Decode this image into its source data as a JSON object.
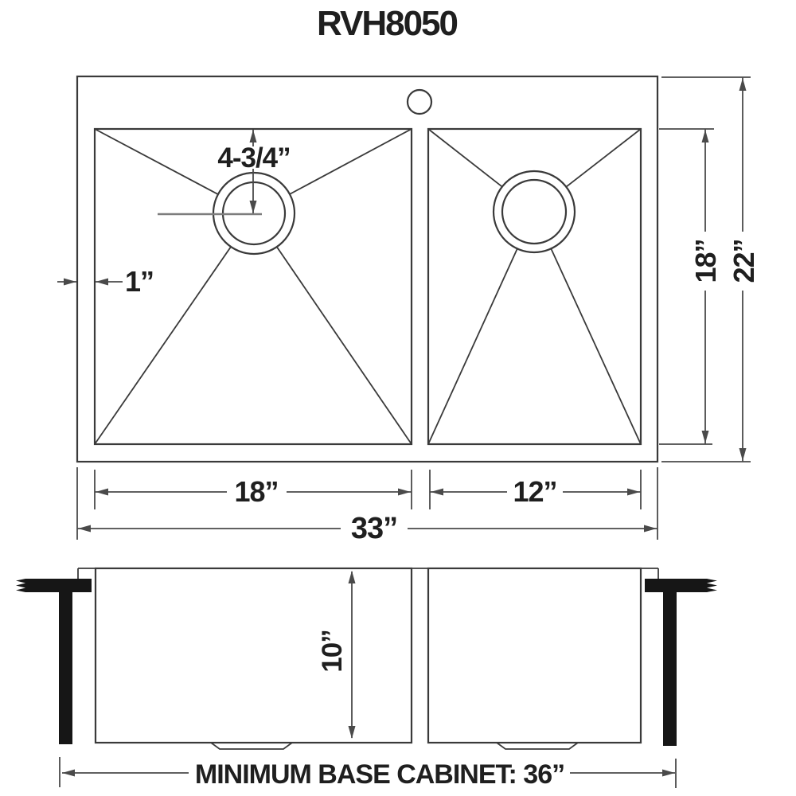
{
  "title": "RVH8050",
  "colors": {
    "line": "#3a3a3a",
    "dimension": "#4a4a4a",
    "text": "#1f1f1f",
    "bracket_fill": "#161616",
    "background": "#ffffff"
  },
  "top_view": {
    "labels": {
      "faucet_to_drain": "4-3/4”",
      "rim": "1”",
      "left_bowl_width": "18”",
      "right_bowl_width": "12”",
      "overall_width": "33”",
      "bowl_front_to_back": "18”",
      "overall_front_to_back": "22”"
    }
  },
  "side_view": {
    "labels": {
      "bowl_depth": "10”",
      "base_cabinet": "MINIMUM BASE CABINET: 36”"
    }
  }
}
